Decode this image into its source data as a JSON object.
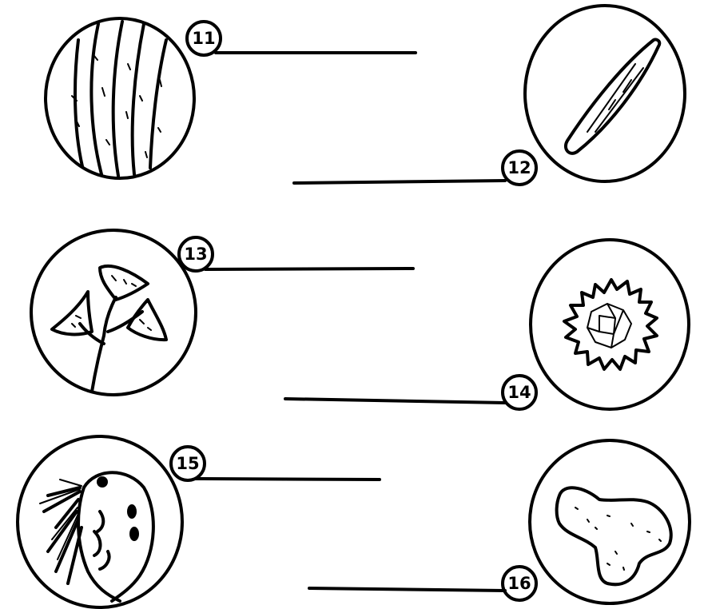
{
  "diagram": {
    "labels": [
      {
        "number": "11",
        "content": "striped fibers"
      },
      {
        "number": "12",
        "content": "single elongated crystal"
      },
      {
        "number": "13",
        "content": "three-lobed plant fragment"
      },
      {
        "number": "14",
        "content": "spiky round grain"
      },
      {
        "number": "15",
        "content": "small organism with antennae"
      },
      {
        "number": "16",
        "content": "irregular blob particle"
      }
    ],
    "answer_lines": [
      "",
      "",
      "",
      "",
      "",
      ""
    ]
  },
  "colors": {
    "ink": "#000000",
    "background": "#ffffff"
  }
}
